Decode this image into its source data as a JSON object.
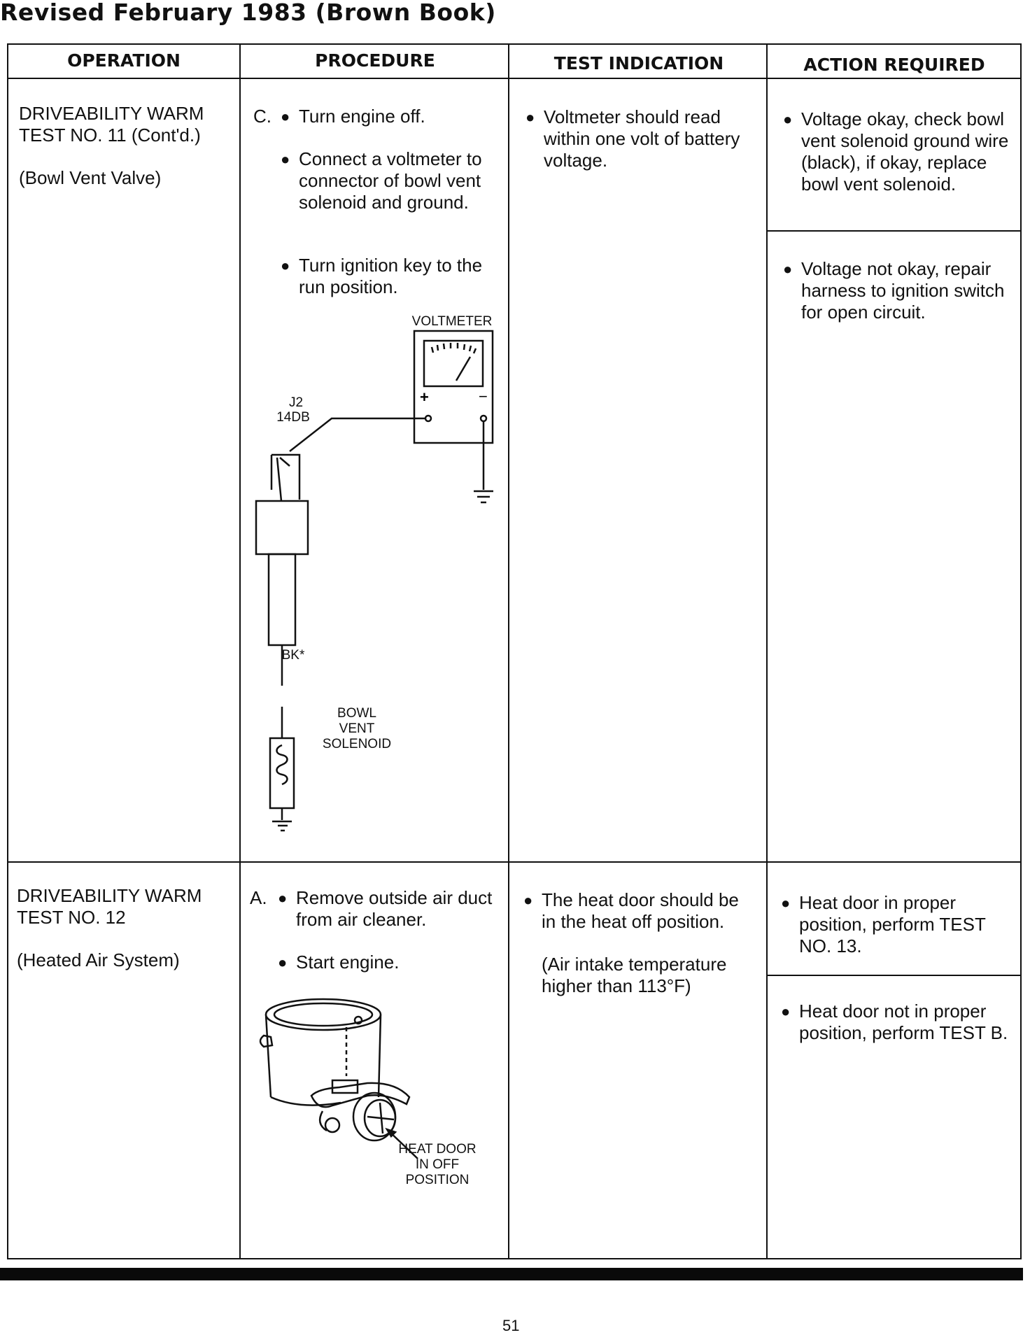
{
  "page": {
    "title": "Revised February 1983 (Brown Book)",
    "page_number": "51"
  },
  "table": {
    "headers": [
      "OPERATION",
      "PROCEDURE",
      "TEST INDICATION",
      "ACTION REQUIRED"
    ],
    "row1": {
      "operation": {
        "line1": "DRIVEABILITY WARM",
        "line2": "TEST NO. 11 (Cont'd.)",
        "line3": "(Bowl Vent Valve)"
      },
      "procedure": {
        "step_letter": "C.",
        "steps": [
          "Turn engine off.",
          "Connect a voltmeter to connector of bowl vent solenoid and ground.",
          "Turn ignition key to the run position."
        ]
      },
      "test_indication": "Voltmeter should read within one volt of battery voltage.",
      "actions": [
        "Voltage okay, check bowl vent solenoid ground wire (black), if okay, replace bowl vent solenoid.",
        "Voltage not okay, repair harness to ignition switch for open circuit."
      ]
    },
    "row2": {
      "operation": {
        "line1": "DRIVEABILITY WARM",
        "line2": "TEST NO. 12",
        "line3": "(Heated Air System)"
      },
      "procedure": {
        "step_letter": "A.",
        "steps": [
          "Remove outside air duct from air cleaner.",
          "Start engine."
        ]
      },
      "test_indication": {
        "main": "The heat door should be in the heat off position.",
        "note": "(Air intake temperature higher than 113°F)"
      },
      "actions": [
        "Heat door in proper position, perform TEST NO. 13.",
        "Heat door not in proper position, perform TEST B."
      ]
    }
  },
  "diagram1": {
    "voltmeter_label": "VOLTMETER",
    "plus": "+",
    "minus": "−",
    "connector_label_1": "J2",
    "connector_label_2": "14DB",
    "wire_label": "BK*",
    "solenoid_label_1": "BOWL",
    "solenoid_label_2": "VENT",
    "solenoid_label_3": "SOLENOID"
  },
  "diagram2": {
    "label_1": "HEAT DOOR",
    "label_2": "IN OFF",
    "label_3": "POSITION"
  }
}
